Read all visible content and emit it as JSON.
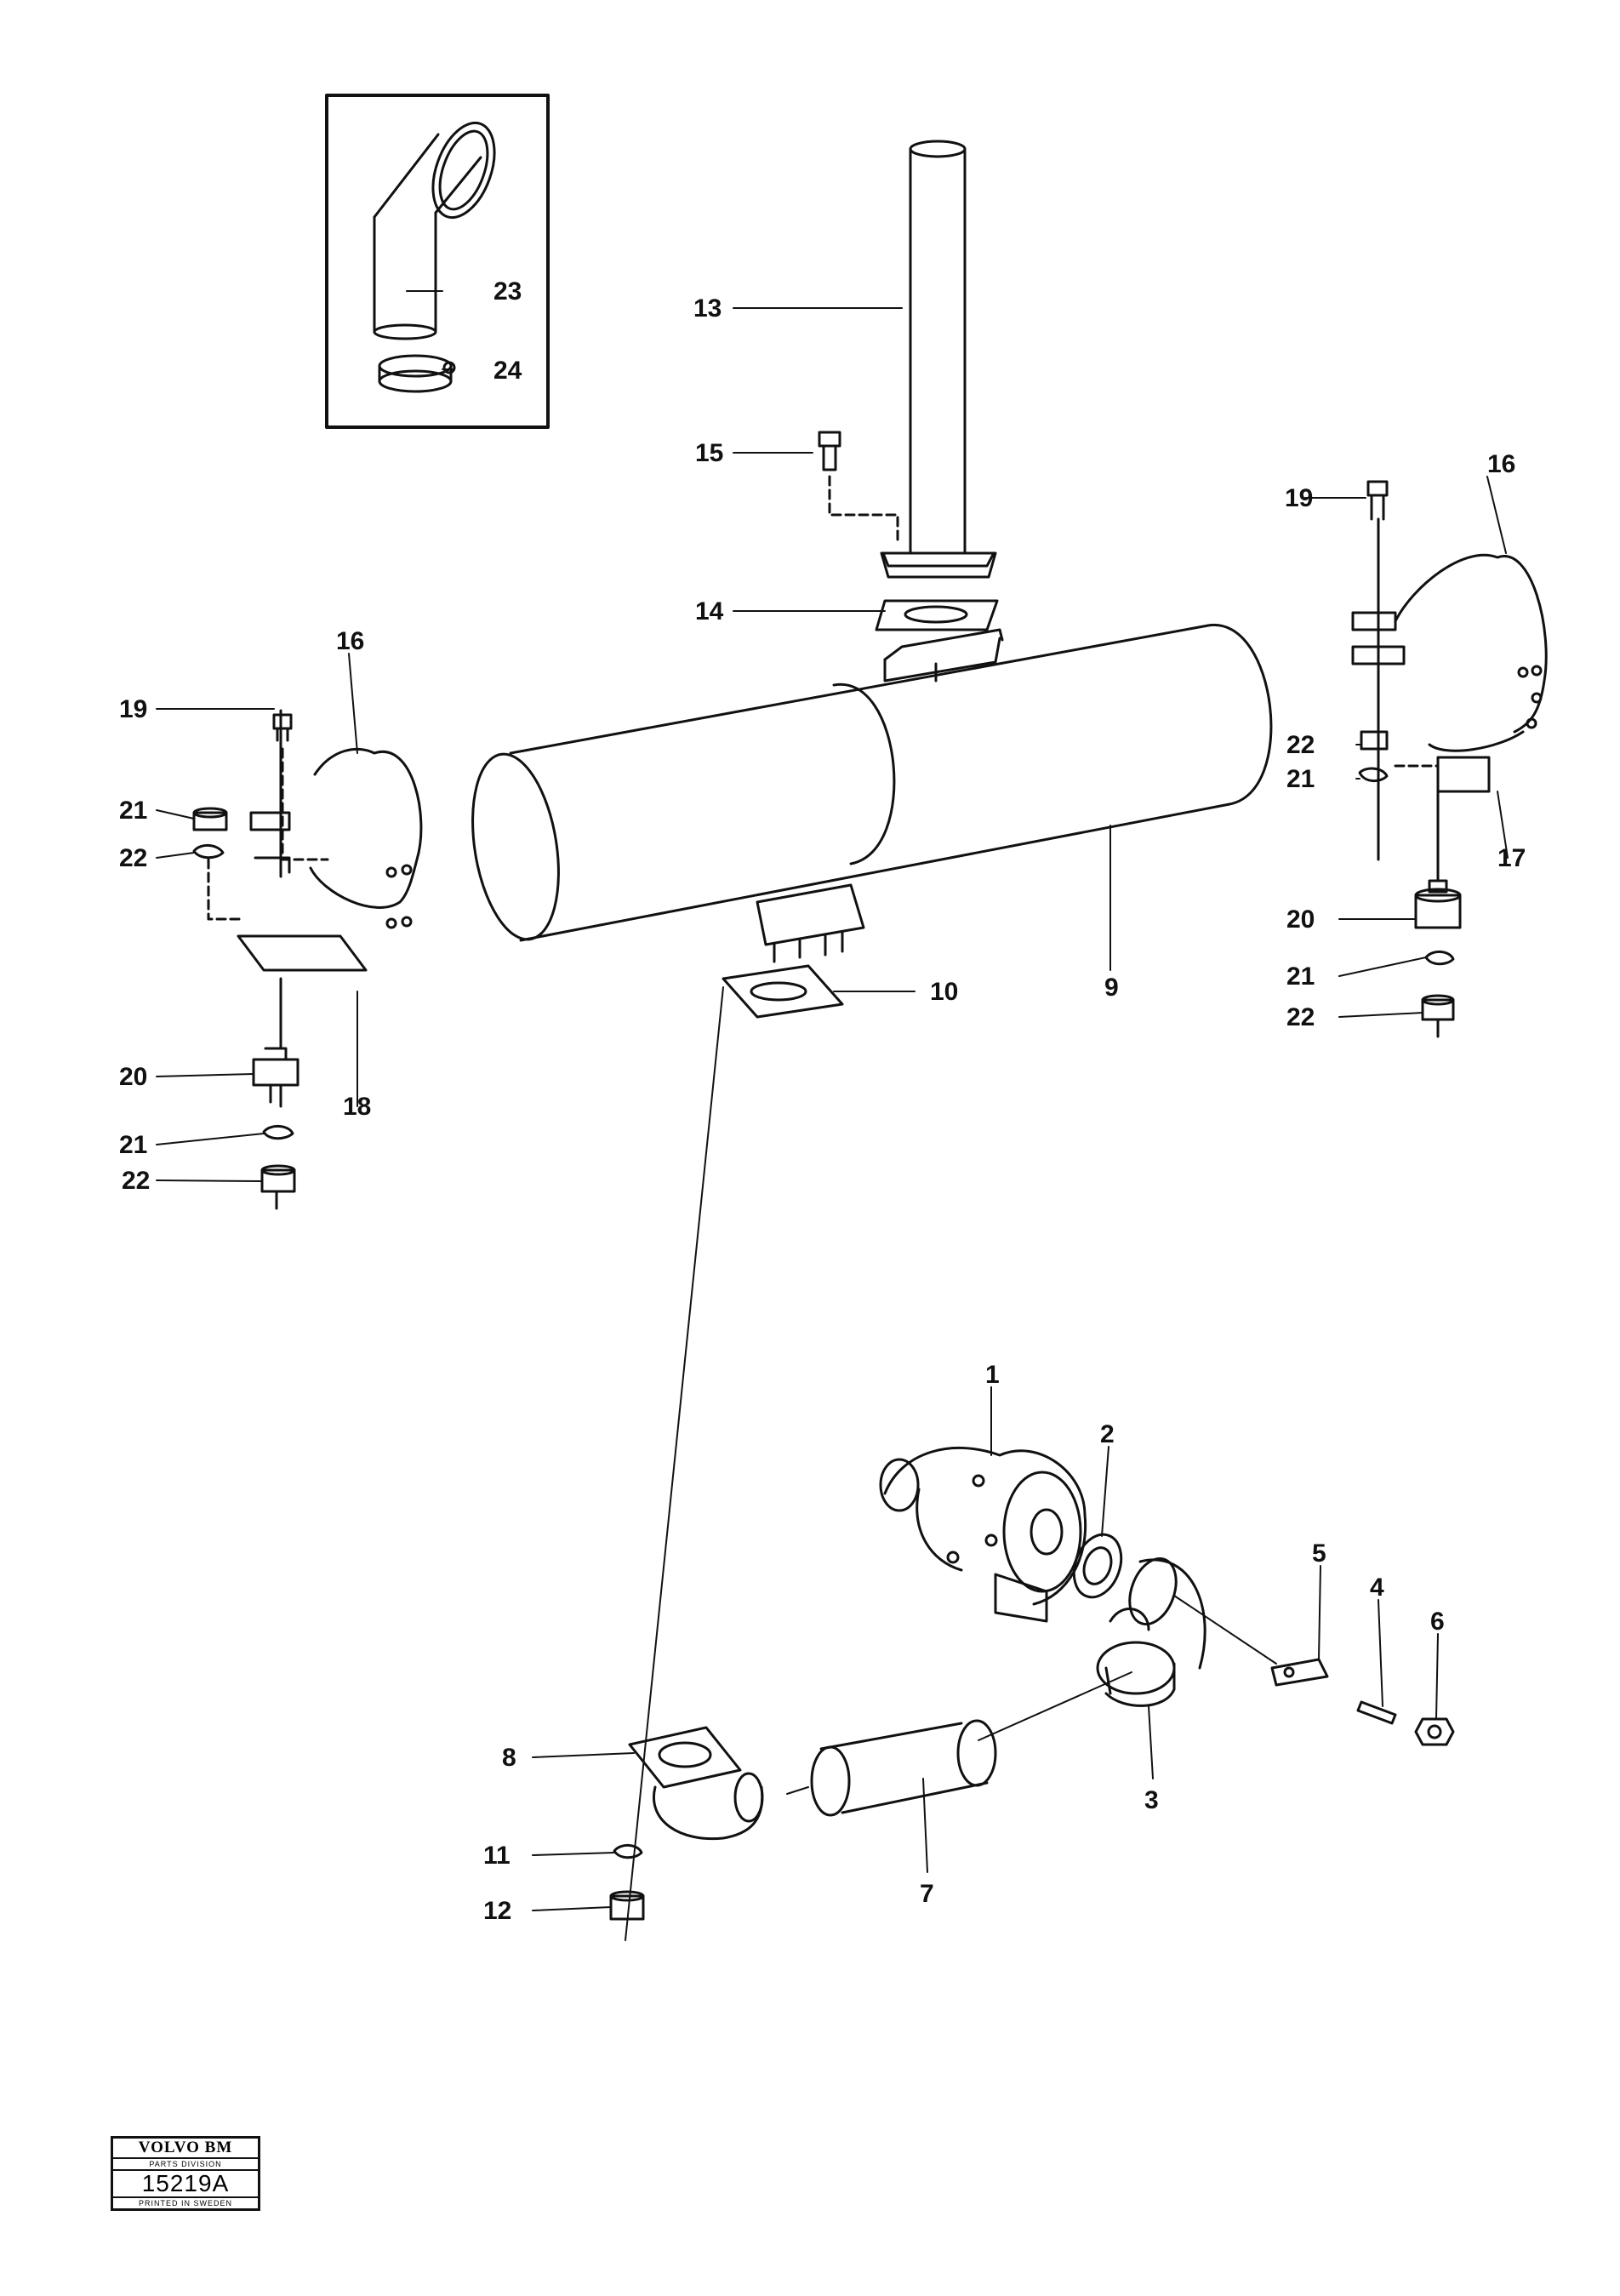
{
  "diagram": {
    "callouts": {
      "c1": "1",
      "c2": "2",
      "c3": "3",
      "c4": "4",
      "c5": "5",
      "c6": "6",
      "c7": "7",
      "c8": "8",
      "c9": "9",
      "c10": "10",
      "c11": "11",
      "c12": "12",
      "c13": "13",
      "c14": "14",
      "c15": "15",
      "c16a": "16",
      "c16b": "16",
      "c17": "17",
      "c18": "18",
      "c19a": "19",
      "c19b": "19",
      "c20a": "20",
      "c20b": "20",
      "c21a": "21",
      "c21b": "21",
      "c21c": "21",
      "c21d": "21",
      "c22a": "22",
      "c22b": "22",
      "c22c": "22",
      "c22d": "22",
      "c23": "23",
      "c24": "24"
    }
  },
  "stamp": {
    "brand": "VOLVO BM",
    "division": "PARTS DIVISION",
    "code": "15219A",
    "printed": "PRINTED IN SWEDEN"
  }
}
